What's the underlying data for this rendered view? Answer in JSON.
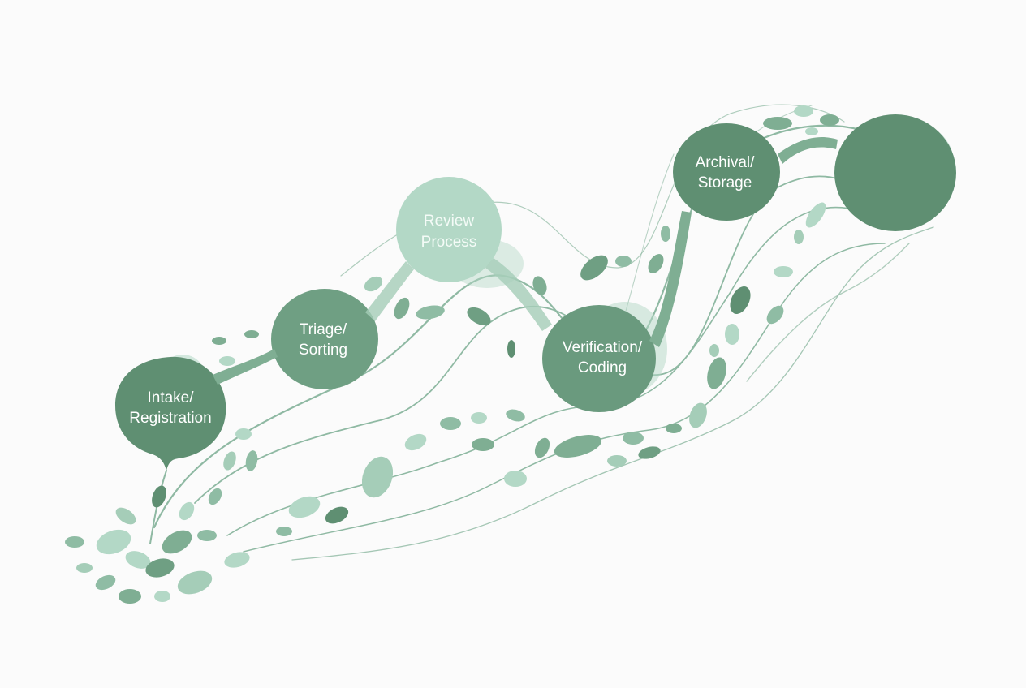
{
  "colors": {
    "background": "#fbfbfb",
    "dark_green": "#5f8f72",
    "mid_green": "#7fae93",
    "light_green": "#b3d8c6",
    "line_green": "#8fb9a3"
  },
  "diagram": {
    "type": "process-flow",
    "stages": [
      {
        "line1": "Intake/",
        "line2": "Registration"
      },
      {
        "line1": "Triage/",
        "line2": "Sorting"
      },
      {
        "line1": "Review",
        "line2": "Process"
      },
      {
        "line1": "Verification/",
        "line2": "Coding"
      },
      {
        "line1": "Archival/",
        "line2": "Storage"
      },
      {
        "line1": "",
        "line2": ""
      }
    ]
  }
}
